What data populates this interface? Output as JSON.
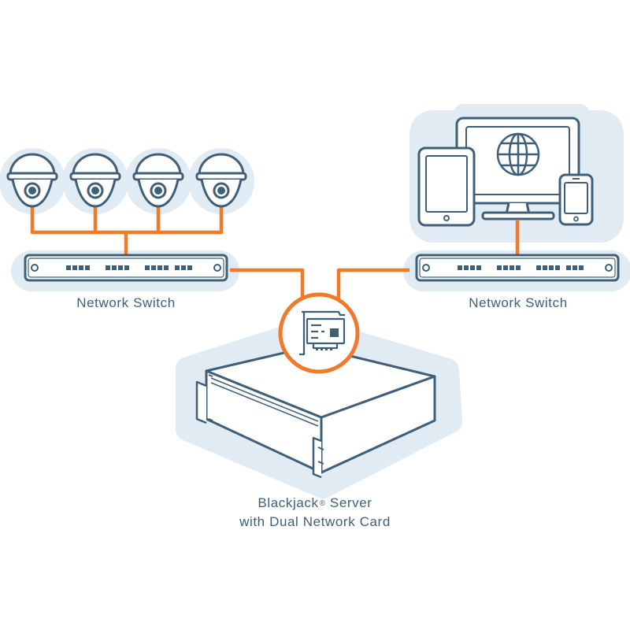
{
  "labels": {
    "left_switch": "Network Switch",
    "right_switch": "Network Switch",
    "server_name": "Blackjack",
    "server_mark": "®",
    "server_line1_suffix": " Server",
    "server_line2": "with Dual Network Card"
  },
  "icons": {
    "cameras": [
      "dome-camera-icon",
      "dome-camera-icon",
      "dome-camera-icon",
      "dome-camera-icon"
    ],
    "switches": [
      "network-switch-icon",
      "network-switch-icon"
    ],
    "devices": [
      "tablet-icon",
      "monitor-icon",
      "globe-icon",
      "smartphone-icon"
    ],
    "server": "rack-server-icon",
    "card": "network-card-icon"
  },
  "colors": {
    "outline": "#3f5f78",
    "cable": "#f07a2a",
    "shadow": "#dfe9f3",
    "fill": "#ffffff"
  }
}
